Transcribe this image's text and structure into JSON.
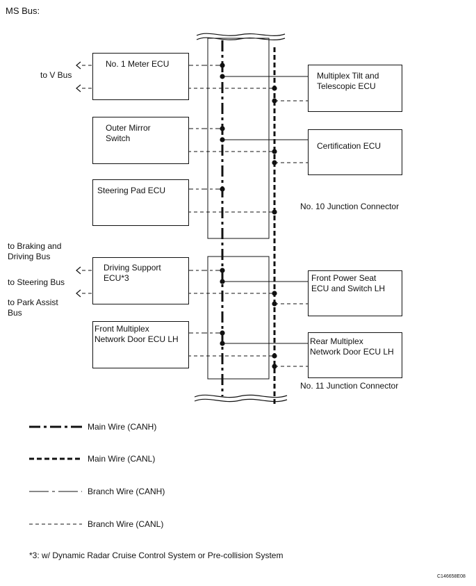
{
  "title": "MS Bus:",
  "left_ecus": [
    {
      "id": "meter",
      "label": "No. 1 Meter ECU"
    },
    {
      "id": "mirror",
      "label": "Outer Mirror\nSwitch"
    },
    {
      "id": "steering",
      "label": "Steering Pad ECU"
    },
    {
      "id": "driving",
      "label": "Driving Support\nECU*3"
    },
    {
      "id": "door-front",
      "label": "Front Multiplex\nNetwork Door ECU LH"
    }
  ],
  "right_ecus": [
    {
      "id": "tilt",
      "label": "Multiplex Tilt and\nTelescopic ECU"
    },
    {
      "id": "cert",
      "label": "Certification ECU"
    },
    {
      "id": "seat",
      "label": "Front Power Seat\nECU and Switch LH"
    },
    {
      "id": "door-rear",
      "label": "Rear Multiplex\nNetwork Door ECU LH"
    }
  ],
  "junctions": {
    "j10": "No. 10 Junction Connector",
    "j11": "No. 11 Junction Connector"
  },
  "external_buses": {
    "v_bus": "to V Bus",
    "braking": "to Braking and\nDriving Bus",
    "steering": "to Steering Bus",
    "park": "to Park Assist\nBus"
  },
  "legend": [
    {
      "style": "main-canh",
      "label": "Main Wire (CANH)"
    },
    {
      "style": "main-canl",
      "label": "Main Wire (CANL)"
    },
    {
      "style": "branch-canh",
      "label": "Branch Wire (CANH)"
    },
    {
      "style": "branch-canl",
      "label": "Branch Wire (CANL)"
    }
  ],
  "footnote": "*3: w/ Dynamic Radar Cruise Control System or Pre-collision System",
  "figure_id": "C146658E08"
}
